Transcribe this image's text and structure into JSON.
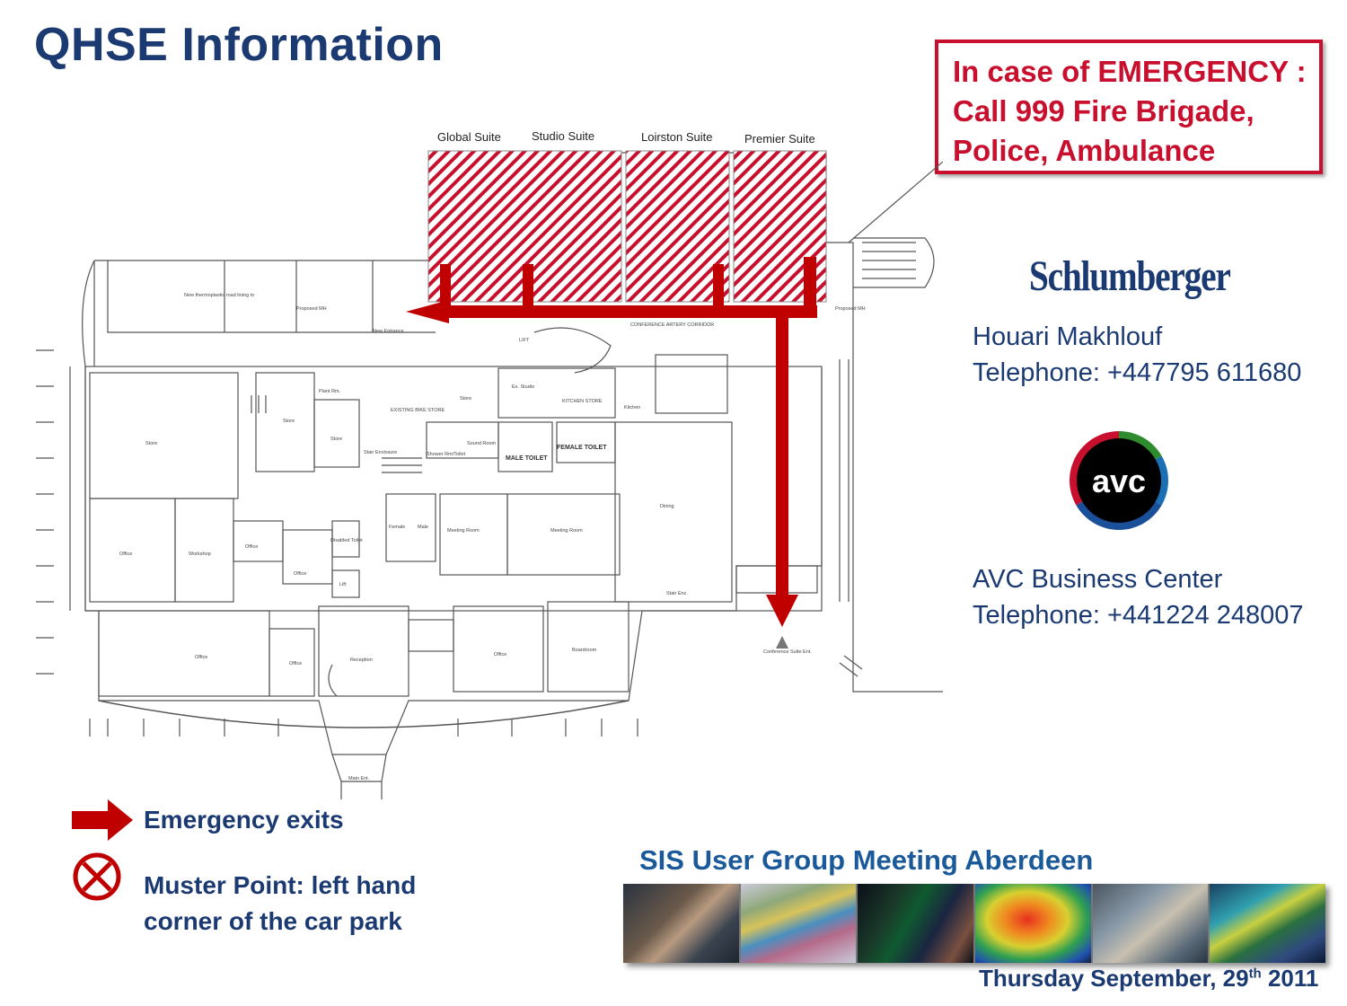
{
  "page": {
    "title": "QHSE Information"
  },
  "emergency": {
    "line1": "In case of EMERGENCY :",
    "line2": "Call 999 Fire Brigade,",
    "line3": "Police, Ambulance"
  },
  "floorplan": {
    "suites": [
      "Global Suite",
      "Studio Suite",
      "Loirston Suite",
      "Premier Suite"
    ],
    "rooms": {
      "store": "Store",
      "office": "Office",
      "workshop": "Workshop",
      "reception": "Reception",
      "boardroom": "Boardroom",
      "dining": "Dining",
      "meeting_room": "Meeting Room",
      "male_toilet": "MALE TOILET",
      "female_toilet": "FEMALE TOILET",
      "lift": "Lift",
      "lift_upper": "LIFT",
      "kitchen": "Kitchen",
      "plant_rm": "Plant Rm.",
      "stair_enclosure": "Stair Enclosure",
      "sound_room": "Sound Room",
      "shower_rm": "Shower Rm/Toilet",
      "disabled_toilet": "Disabled Toilet",
      "female": "Female",
      "male": "Male",
      "existing_bike_store": "EXISTING BIKE STORE",
      "kitchen_store": "KITCHEN STORE",
      "ex_studio": "Ex. Studio",
      "stair_enc": "Stair Enc."
    },
    "corridor_label": "CONFERENCE ARTERY CORRIDOR",
    "new_entrance": "New Entrance",
    "conference_suite_ent": "Conference Suite Ent.",
    "main_ent": "Main Ent.",
    "new_thermoplastic": "New thermoplastic road lining to",
    "proposed_mh": "Proposed MH"
  },
  "contacts": {
    "company_logo": "Schlumberger",
    "person_name": "Houari Makhlouf",
    "person_phone": "Telephone: +447795 611680",
    "avc_logo": "avc",
    "business_name": "AVC Business Center",
    "business_phone": "Telephone: +441224 248007"
  },
  "legend": {
    "exits_label": "Emergency exits",
    "muster_line1": "Muster Point: left hand",
    "muster_line2": "corner of the car park",
    "arrow_icon": "right-arrow-icon",
    "muster_icon": "circle-x-icon"
  },
  "meeting": {
    "title": "SIS User Group Meeting Aberdeen",
    "date_prefix": "Thursday September, 29",
    "date_suffix": "th",
    "date_year": " 2011"
  },
  "colors": {
    "navy": "#1b3a72",
    "red": "#c8102e",
    "blue": "#1b5a9a"
  }
}
